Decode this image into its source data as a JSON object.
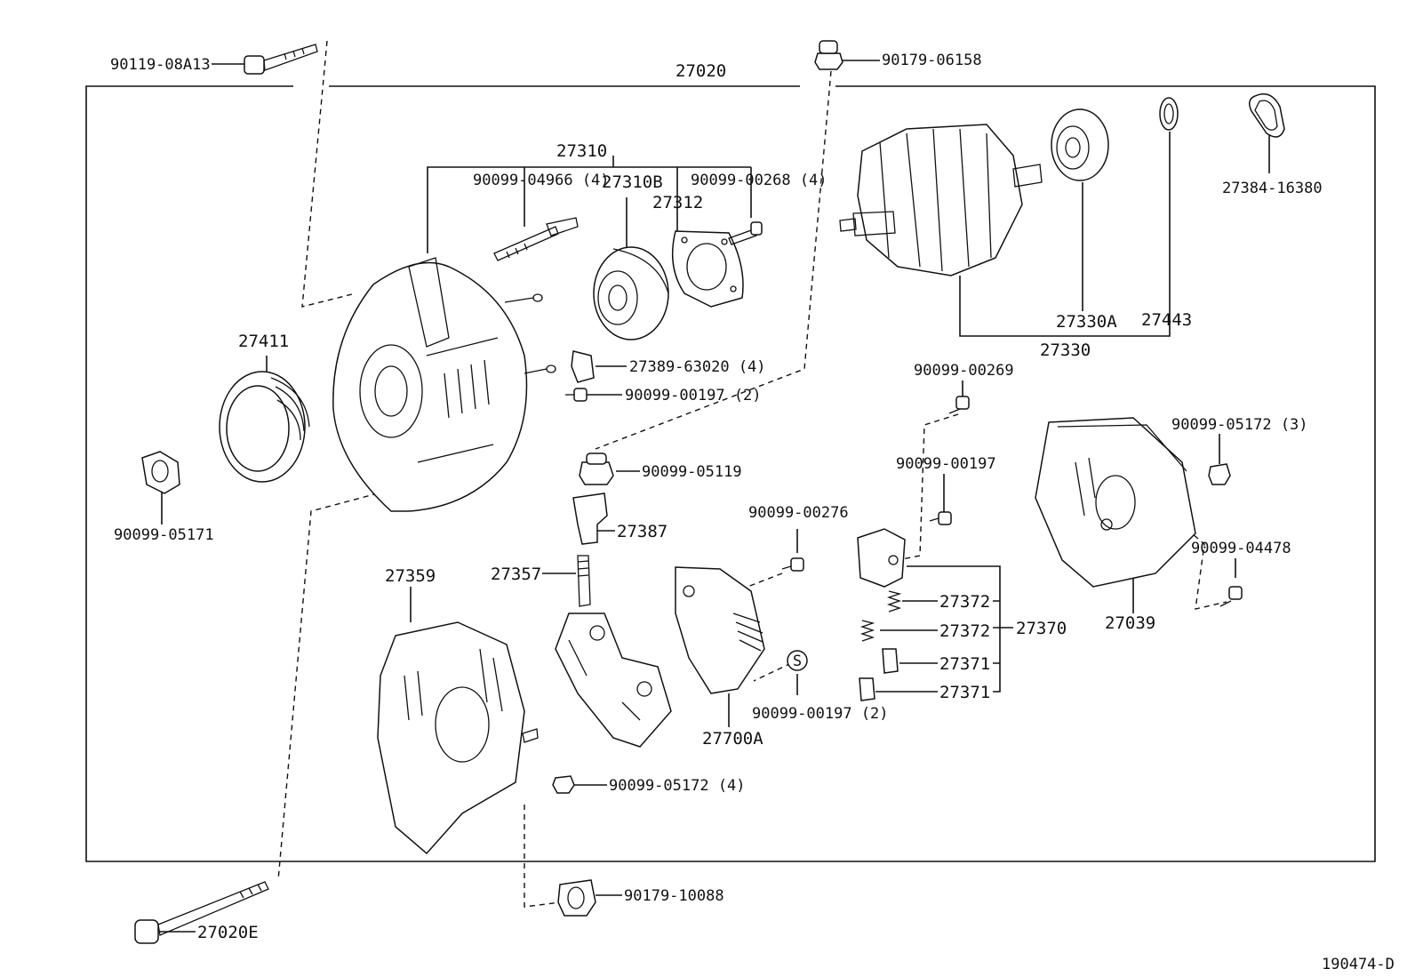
{
  "figure_id": "190474-D",
  "labels": {
    "assembly": "27020",
    "bolt_top": "90119-08A13",
    "nut_top": "90179-06158",
    "frame_drive": "27310",
    "stud": "90099-04966 (4)",
    "bearing_front": "27310B",
    "retainer": "27312",
    "screw_retainer": "90099-00268 (4)",
    "insulator": "27389-63020 (4)",
    "screw_insulator": "90099-00197 (2)",
    "pulley": "27411",
    "pulley_nut": "90099-05171",
    "rotor_gasket": "27384-16380",
    "rotor_bearing": "27330A",
    "rotor_cover": "27443",
    "rotor": "27330",
    "screw_holder_a": "90099-00269",
    "screw_holder_b": "90099-00197",
    "nut_cover": "90099-05172 (3)",
    "bolt_cover": "90099-04478",
    "rear_cover": "27039",
    "nut_terminal": "90099-05119",
    "terminal_insulator": "27387",
    "terminal_bolt": "27357",
    "screw_regulator": "90099-00276",
    "rectifier_frame": "27359",
    "regulator": "27700A",
    "screw_regulator_s": "90099-00197 (2)",
    "s_mark": "S",
    "spring_a": "27372",
    "spring_b": "27372",
    "brush_holder": "27370",
    "brush_a": "27371",
    "brush_b": "27371",
    "nut_rect": "90099-05172 (4)",
    "nut_bottom": "90179-10088",
    "through_bolt": "27020E"
  }
}
